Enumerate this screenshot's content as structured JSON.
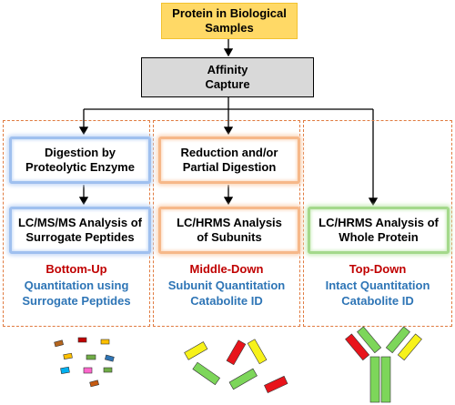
{
  "top_box": "Protein in Biological\nSamples",
  "affinity_box": "Affinity\nCapture",
  "columns": [
    {
      "step1": "Digestion by\nProteolytic Enzyme",
      "step2": "LC/MS/MS Analysis of\nSurrogate Peptides",
      "approach": "Bottom-Up",
      "detail": "Quantitation using\nSurrogate Peptides",
      "illustration": "small-peptide-fragments"
    },
    {
      "step1": "Reduction and/or\nPartial Digestion",
      "step2": "LC/HRMS Analysis\nof Subunits",
      "approach": "Middle-Down",
      "detail": "Subunit Quantitation\nCatabolite ID",
      "illustration": "antibody-subunit-fragments"
    },
    {
      "step2": "LC/HRMS Analysis of\nWhole Protein",
      "approach": "Top-Down",
      "detail": "Intact Quantitation\nCatabolite ID",
      "illustration": "intact-antibody"
    }
  ],
  "colors": {
    "top_fill": "#ffd966",
    "affinity_fill": "#d9d9d9",
    "column_border": "#e07a3f",
    "approach_text": "#c00000",
    "detail_text": "#2e75b6",
    "heavy_chain": "#7dd65a",
    "light_chain_red": "#e8141b",
    "light_chain_yellow": "#f7f21a"
  }
}
